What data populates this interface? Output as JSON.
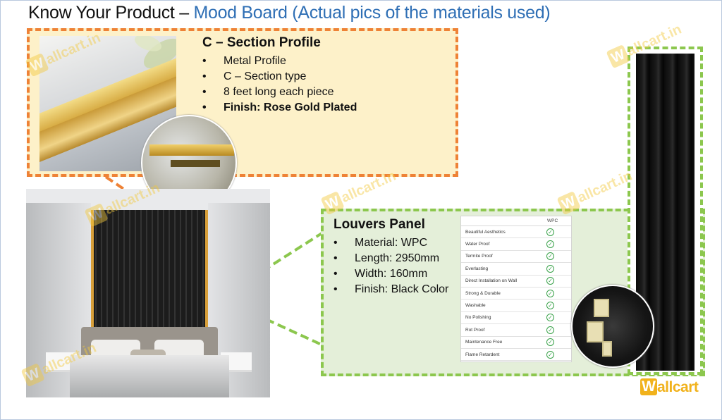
{
  "title": {
    "prefix": "Know Your Product – ",
    "highlight": "Mood Board (Actual pics of the materials used)"
  },
  "c_section": {
    "heading": "C – Section Profile",
    "bullet_symbol": "•",
    "bullets": [
      {
        "text": "Metal Profile",
        "bold": false
      },
      {
        "text": "C – Section type",
        "bold": false
      },
      {
        "text": "8 feet long each piece",
        "bold": false
      },
      {
        "text": "Finish: Rose Gold Plated",
        "bold": true
      }
    ],
    "border_color": "#ee8236",
    "background_color": "#fdf1c9"
  },
  "louvers": {
    "heading": "Louvers Panel",
    "bullet_symbol": "•",
    "bullets": [
      {
        "text": "Material: WPC"
      },
      {
        "text": "Length: 2950mm"
      },
      {
        "text": "Width: 160mm"
      },
      {
        "text": "Finish: Black Color"
      }
    ],
    "border_color": "#8cc74e",
    "background_color": "#e4efd9"
  },
  "wpc_table": {
    "header": "WPC",
    "check_symbol": "✓",
    "rows": [
      "Beautiful Aesthetics",
      "Water Proof",
      "Termite Proof",
      "Everlasting",
      "Direct Installation on Wall",
      "Strong & Durable",
      "Washable",
      "No Polishing",
      "Rot Proof",
      "Maintenance Free",
      "Flame Retardent"
    ]
  },
  "watermark": {
    "badge": "W",
    "text": "allcart.in"
  },
  "logo": {
    "badge": "W",
    "text": "allcart",
    "color": "#f1b21c"
  },
  "colors": {
    "title_accent": "#2f6fb5",
    "check_green": "#3aa24a"
  },
  "icons": [
    "check-circle-icon",
    "bullet-dot-icon",
    "wallcart-logo-icon"
  ]
}
